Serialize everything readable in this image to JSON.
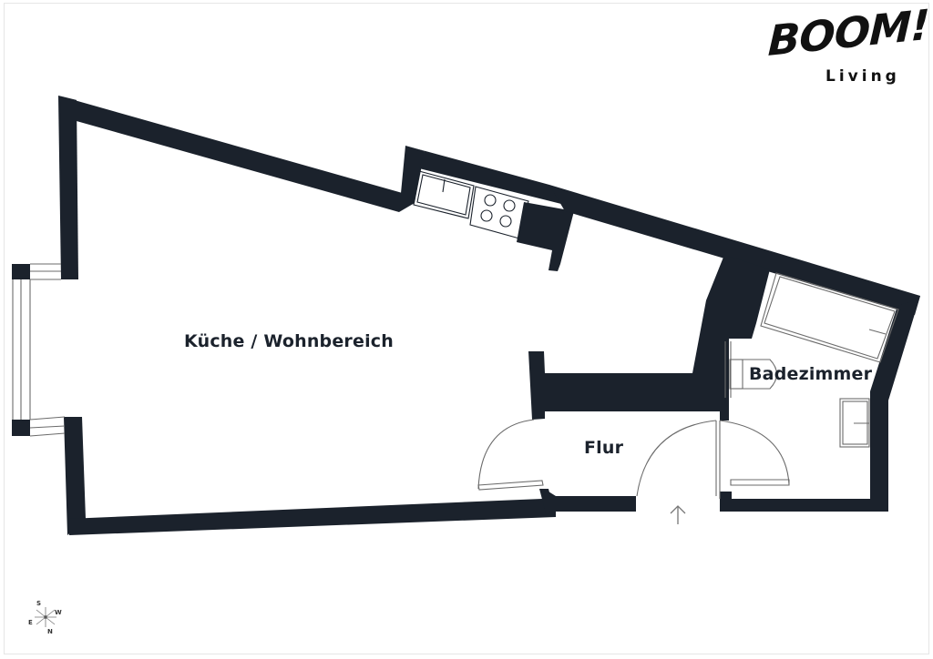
{
  "brand": {
    "name": "BOOM!",
    "subtitle": "Living"
  },
  "rooms": [
    {
      "id": "kitchen-living",
      "label": "Küche / Wohnbereich"
    },
    {
      "id": "hallway",
      "label": "Flur"
    },
    {
      "id": "bathroom",
      "label": "Badezimmer"
    }
  ],
  "compass": {
    "north": "N",
    "south": "S",
    "east": "E",
    "west": "W"
  },
  "colors": {
    "wall": "#1b222c",
    "background": "#ffffff",
    "fixture_line": "#1b222c"
  },
  "entrance_marker": "entrance-arrow"
}
